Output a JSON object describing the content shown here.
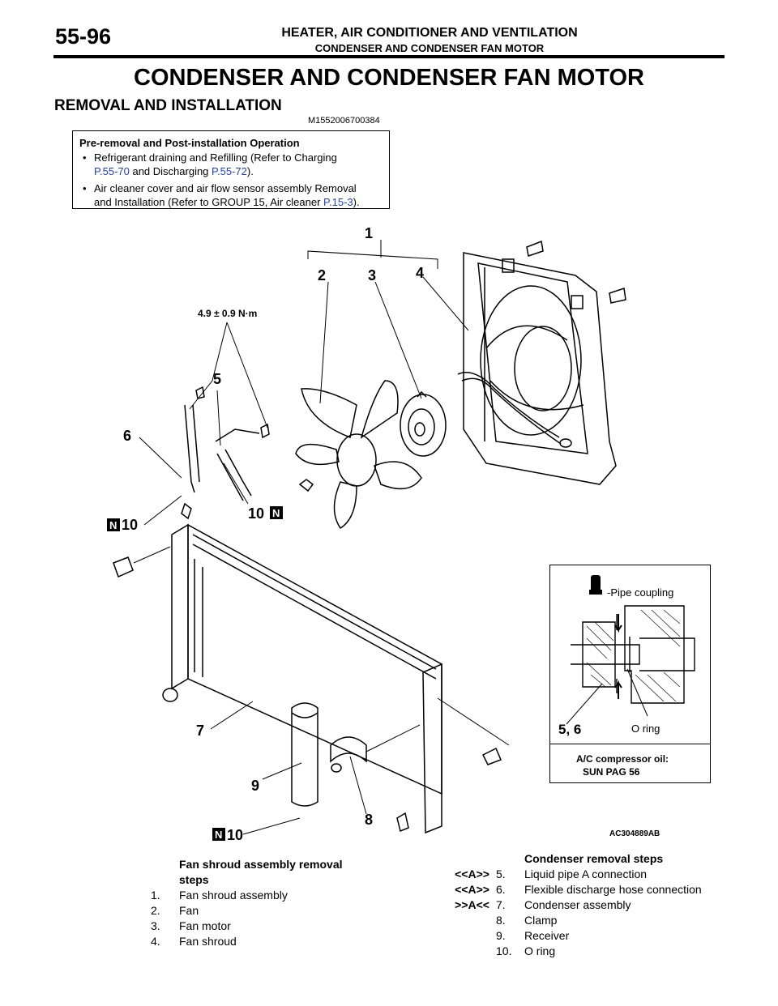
{
  "header": {
    "page_number": "55-96",
    "chapter": "HEATER, AIR CONDITIONER AND VENTILATION",
    "subtitle": "CONDENSER AND CONDENSER FAN MOTOR"
  },
  "title": "CONDENSER AND CONDENSER FAN MOTOR",
  "section_title": "REMOVAL AND INSTALLATION",
  "doc_id": "M1552006700384",
  "operation_box": {
    "title": "Pre-removal and Post-installation Operation",
    "items": [
      {
        "bullet": "•",
        "text1": "Refrigerant draining and Refilling (Refer to Charging",
        "link1": "P.55-70",
        "text2": " and Discharging ",
        "link2": "P.55-72",
        "text3": ")."
      },
      {
        "bullet": "•",
        "text1": "Air cleaner cover and air flow sensor assembly Removal",
        "text2": "and Installation (Refer to GROUP 15, Air cleaner ",
        "link1": "P.15-3",
        "text3": ")."
      }
    ]
  },
  "diagram": {
    "callouts": [
      "1",
      "2",
      "3",
      "4",
      "5",
      "6",
      "7",
      "8",
      "9",
      "10",
      "10",
      "10"
    ],
    "torque": "4.9 ± 0.9 N·m",
    "new_part_mark": "N",
    "figure_ref": "AC304889AB"
  },
  "inset": {
    "label_pipe": "-Pipe coupling",
    "label_parts": "5, 6",
    "label_oring": "O ring",
    "oil_title": "A/C compressor oil:",
    "oil_value": "SUN PAG 56"
  },
  "fan_steps": {
    "heading_line1": "Fan shroud assembly removal",
    "heading_line2": "steps",
    "items": [
      {
        "num": "1.",
        "label": "Fan shroud assembly"
      },
      {
        "num": "2.",
        "label": "Fan"
      },
      {
        "num": "3.",
        "label": "Fan motor"
      },
      {
        "num": "4.",
        "label": "Fan shroud"
      }
    ]
  },
  "condenser_steps": {
    "heading": "Condenser removal steps",
    "items": [
      {
        "mark": "<<A>>",
        "num": "5.",
        "label": "Liquid pipe A connection"
      },
      {
        "mark": "<<A>>",
        "num": "6.",
        "label": "Flexible discharge hose connection"
      },
      {
        "mark": ">>A<<",
        "num": "7.",
        "label": "Condenser assembly"
      },
      {
        "mark": "",
        "num": "8.",
        "label": "Clamp"
      },
      {
        "mark": "",
        "num": "9.",
        "label": "Receiver"
      },
      {
        "mark": "",
        "num": "10.",
        "label": "O ring"
      }
    ]
  }
}
